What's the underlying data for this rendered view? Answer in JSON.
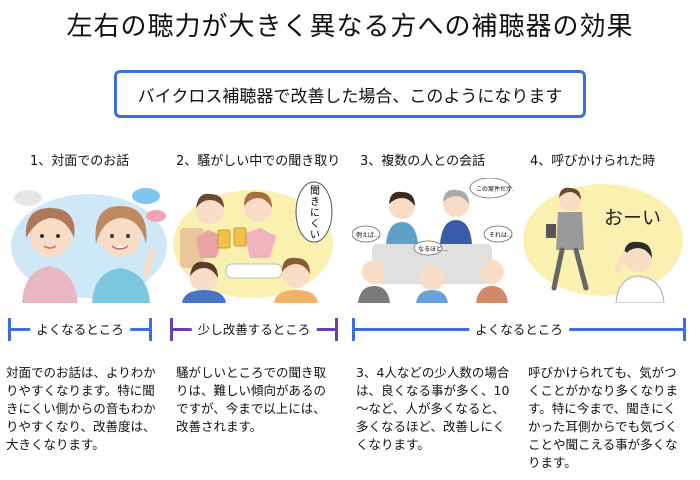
{
  "title": "左右の聴力が大きく異なる方への補聴器の効果",
  "subtitle": "バイクロス補聴器で改善した場合、このようになります",
  "categories": [
    "1、対面でのお話",
    "2、騒がしい中での聞き取り",
    "3、複数の人との会話",
    "4、呼びかけられた時"
  ],
  "illustration_text": {
    "noisy_bubble": "聞きにくい…",
    "meeting_bubble_1": "この案件だが…",
    "meeting_bubble_2": "例えば…",
    "meeting_bubble_3": "それは…",
    "meeting_bubble_4": "なるほど…",
    "call_out": "おーい"
  },
  "levels": [
    {
      "label": "よくなるところ",
      "color": "#3e6fe0"
    },
    {
      "label": "少し改善するところ",
      "color": "#6b3fb5"
    },
    {
      "label": "よくなるところ",
      "color": "#3e6fe0"
    }
  ],
  "descriptions": [
    "対面でのお話は、よりわかりやすくなります。特に聞きにくい側からの音もわかりやすくなり、改善度は、大きくなります。",
    "騒がしいところでの聞き取りは、難しい傾向があるのですが、今まで以上には、改善されます。",
    "3、4人などの少人数の場合は、良くなる事が多く、10～など、人が多くなると、多くなるほど、改善しにくくなります。",
    "呼びかけられても、気がつくことがかなり多くなります。特に今まで、聞きにくかった耳側からでも気づくことや聞こえる事が多くなります。"
  ]
}
